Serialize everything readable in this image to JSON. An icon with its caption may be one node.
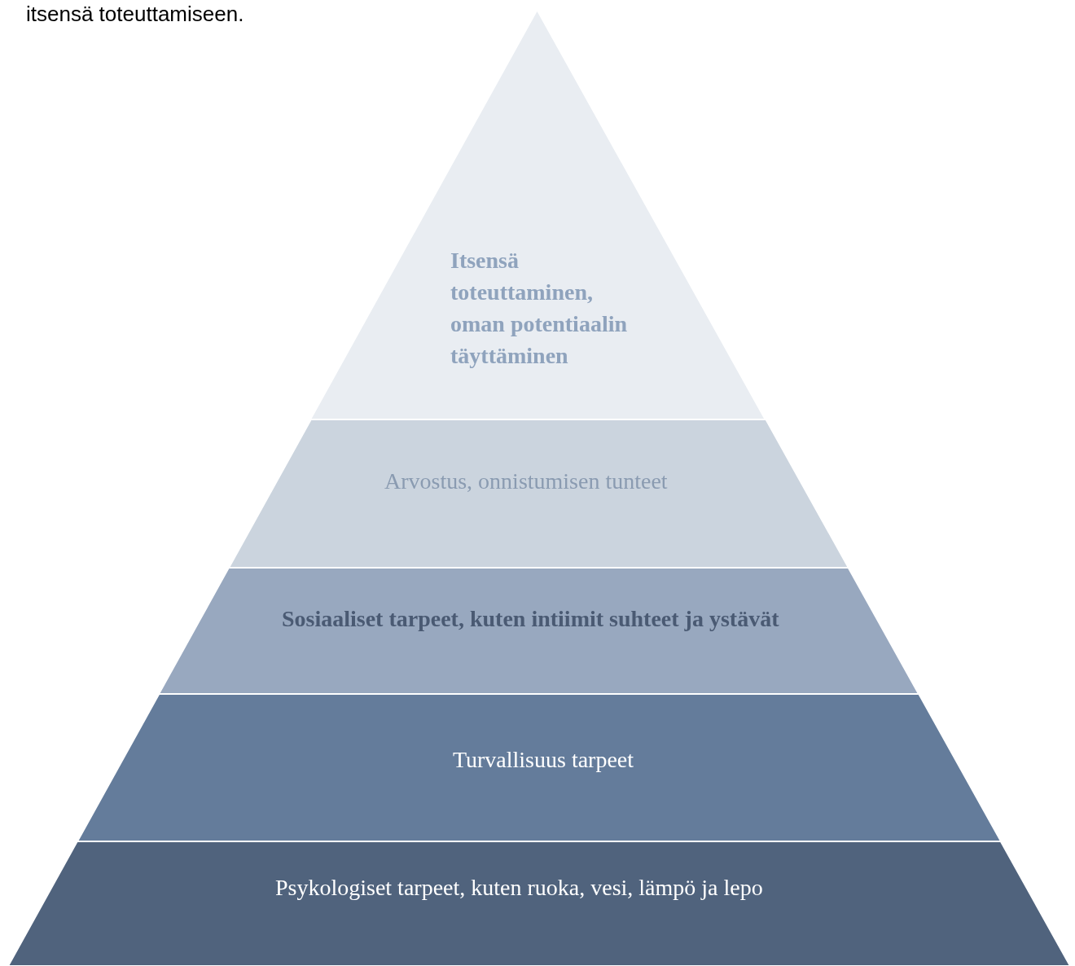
{
  "diagram": {
    "nodes": [
      {
        "text": [
          "Itsensä toteuttaminen, oman potentiaalin täyttäminen"
        ]
      },
      {
        "text": [
          "Arvostus, onnistumisen tunteet"
        ]
      },
      {
        "text": [
          "Sosiaaliset tarpeet, kuten intiimit suhteet ja ystävät"
        ]
      },
      {
        "text": [
          "Turvallisuus tarpeet"
        ]
      },
      {
        "text": [
          "Psykologiset tarpeet, kuten ruoka, vesi, lämpö ja lepo"
        ]
      }
    ],
    "labels": [
      "itsensä toteuttamiseen."
    ]
  }
}
